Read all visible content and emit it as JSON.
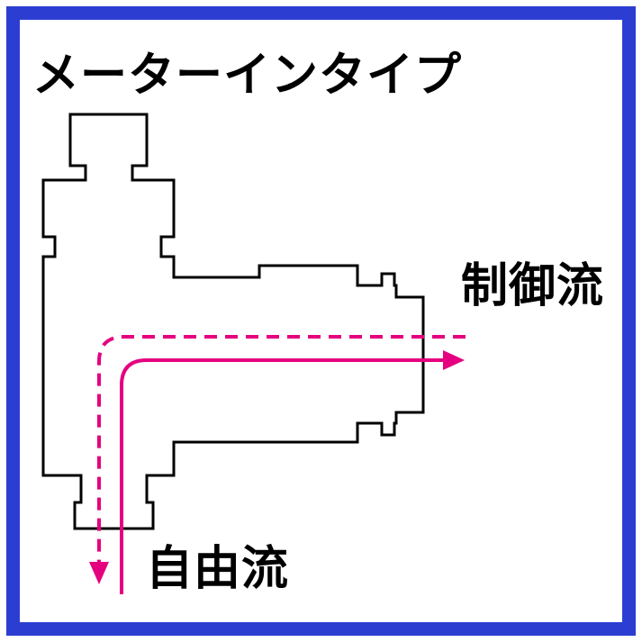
{
  "diagram": {
    "title": "メーターインタイプ",
    "labels": {
      "controlled_flow": "制御流",
      "free_flow": "自由流"
    },
    "colors": {
      "frame": "#2c3ed1",
      "flow": "#e5007f",
      "outline": "#000000"
    }
  }
}
